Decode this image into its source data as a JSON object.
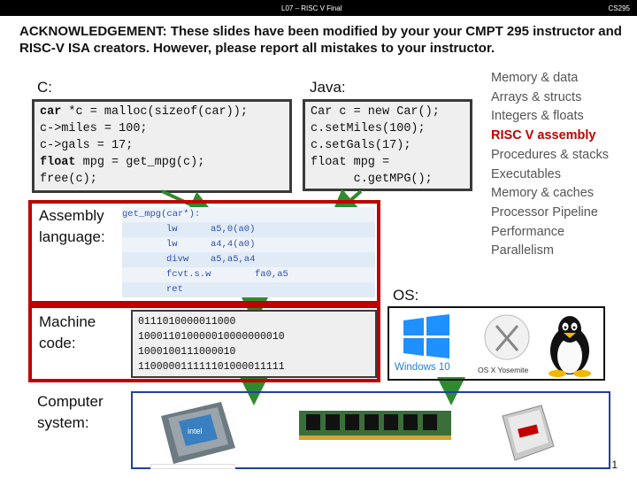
{
  "header": {
    "lecture": "L07 – RISC V Final",
    "course": "CS295"
  },
  "acknowledgement": "ACKNOWLEDGEMENT: These slides have been modified by your your CMPT 295 instructor and RISC-V ISA creators. However,  please report all mistakes to your instructor.",
  "labels": {
    "c": "C:",
    "java": "Java:",
    "assembly": "Assembly language:",
    "machine": "Machine code:",
    "computer": "Computer system:",
    "os": "OS:"
  },
  "c_code": [
    "car *c = malloc(sizeof(car));",
    "c->miles = 100;",
    "c->gals = 17;",
    "float mpg = get_mpg(c);",
    "free(c);"
  ],
  "java_code": [
    "Car c = new Car();",
    "c.setMiles(100);",
    "c.setGals(17);",
    "float mpg =",
    "      c.getMPG();"
  ],
  "assembly": [
    {
      "label": "get_mpg(car*):",
      "op": "",
      "args": ""
    },
    {
      "label": "",
      "op": "lw",
      "args": "a5,0(a0)"
    },
    {
      "label": "",
      "op": "lw",
      "args": "a4,4(a0)"
    },
    {
      "label": "",
      "op": "divw",
      "args": "a5,a5,a4"
    },
    {
      "label": "",
      "op": "fcvt.s.w",
      "args": "fa0,a5"
    },
    {
      "label": "",
      "op": "ret",
      "args": ""
    }
  ],
  "machine_code": [
    "0111010000011000",
    "100011010000010000000010",
    "1000100111000010",
    "110000011111101000011111"
  ],
  "topics": [
    {
      "text": "Memory & data",
      "highlight": false
    },
    {
      "text": "Arrays & structs",
      "highlight": false
    },
    {
      "text": "Integers & floats",
      "highlight": false
    },
    {
      "text": "RISC V assembly",
      "highlight": true
    },
    {
      "text": "Procedures & stacks",
      "highlight": false
    },
    {
      "text": "Executables",
      "highlight": false
    },
    {
      "text": "Memory & caches",
      "highlight": false
    },
    {
      "text": "Processor Pipeline",
      "highlight": false
    },
    {
      "text": "Performance",
      "highlight": false
    },
    {
      "text": "Parallelism",
      "highlight": false
    }
  ],
  "os_logos": {
    "windows": "Windows 10",
    "osx": "OS X Yosemite"
  },
  "page_number": "1",
  "colors": {
    "accent_red": "#c00000",
    "arrow_green": "#2e8b2e",
    "box_blue": "#2040a0"
  }
}
